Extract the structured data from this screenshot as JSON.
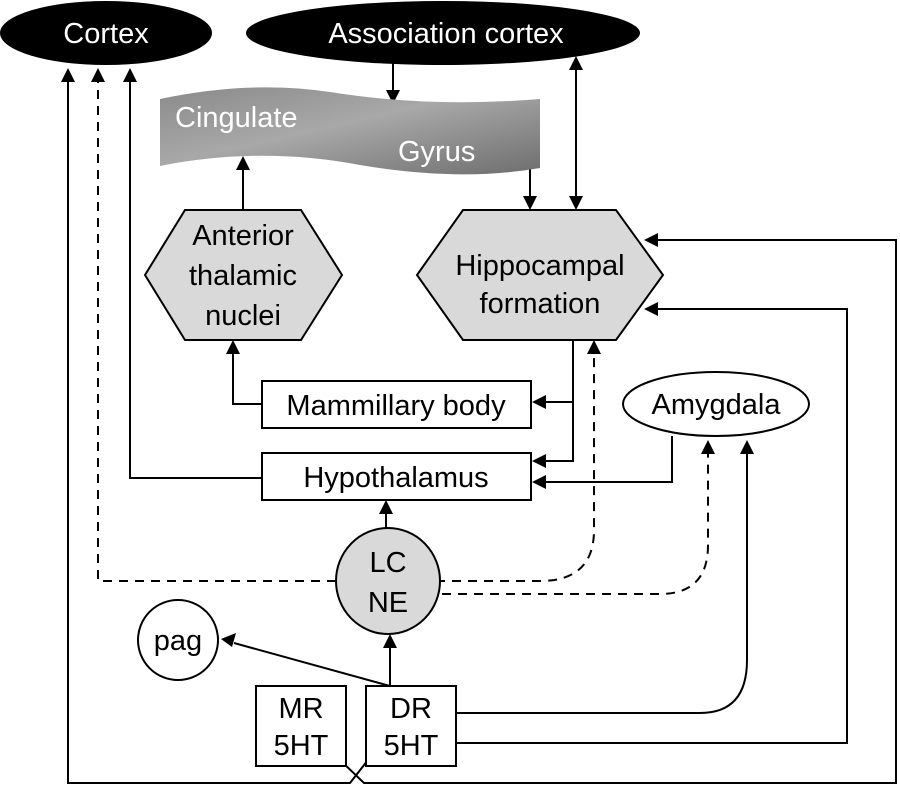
{
  "diagram": {
    "nodes": {
      "cortex": {
        "label": "Cortex",
        "shape": "black-ellipse"
      },
      "association_cortex": {
        "label": "Association cortex",
        "shape": "black-ellipse"
      },
      "cingulate_gyrus": {
        "label_line1": "Cingulate",
        "label_line2": "Gyrus",
        "shape": "grey-gradient-banner"
      },
      "anterior_thalamic_nuclei": {
        "label_line1": "Anterior",
        "label_line2": "thalamic",
        "label_line3": "nuclei",
        "shape": "grey-hexagon"
      },
      "hippocampal_formation": {
        "label_line1": "Hippocampal",
        "label_line2": "formation",
        "shape": "grey-hexagon"
      },
      "mammillary_body": {
        "label": "Mammillary body",
        "shape": "rectangle"
      },
      "amygdala": {
        "label": "Amygdala",
        "shape": "ellipse"
      },
      "hypothalamus": {
        "label": "Hypothalamus",
        "shape": "rectangle"
      },
      "lc_ne": {
        "label_line1": "LC",
        "label_line2": "NE",
        "shape": "grey-ellipse"
      },
      "pag": {
        "label": "pag",
        "shape": "ellipse"
      },
      "mr_5ht": {
        "label_line1": "MR",
        "label_line2": "5HT",
        "shape": "rectangle"
      },
      "dr_5ht": {
        "label_line1": "DR",
        "label_line2": "5HT",
        "shape": "rectangle"
      }
    },
    "edges": [
      {
        "from": "association_cortex",
        "to": "cingulate_gyrus",
        "style": "solid"
      },
      {
        "from": "association_cortex",
        "to": "hippocampal_formation",
        "style": "solid",
        "bidirectional": true
      },
      {
        "from": "cingulate_gyrus",
        "to": "hippocampal_formation",
        "style": "solid"
      },
      {
        "from": "anterior_thalamic_nuclei",
        "to": "cingulate_gyrus",
        "style": "solid"
      },
      {
        "from": "mammillary_body",
        "to": "anterior_thalamic_nuclei",
        "style": "solid"
      },
      {
        "from": "hippocampal_formation",
        "to": "mammillary_body",
        "style": "solid"
      },
      {
        "from": "hippocampal_formation",
        "to": "hypothalamus",
        "style": "solid"
      },
      {
        "from": "amygdala",
        "to": "hypothalamus",
        "style": "solid"
      },
      {
        "from": "hypothalamus",
        "to": "cortex",
        "style": "solid"
      },
      {
        "from": "lc_ne",
        "to": "hypothalamus",
        "style": "solid"
      },
      {
        "from": "lc_ne",
        "to": "cortex",
        "style": "dashed"
      },
      {
        "from": "lc_ne",
        "to": "hippocampal_formation",
        "style": "dashed"
      },
      {
        "from": "lc_ne",
        "to": "amygdala",
        "style": "dashed"
      },
      {
        "from": "dr_5ht",
        "to": "lc_ne",
        "style": "solid"
      },
      {
        "from": "dr_5ht",
        "to": "pag",
        "style": "solid"
      },
      {
        "from": "dr_5ht",
        "to": "amygdala",
        "style": "solid"
      },
      {
        "from": "dr_5ht",
        "to": "hippocampal_formation",
        "style": "solid"
      },
      {
        "from": "dr_5ht",
        "to": "cortex",
        "style": "solid"
      },
      {
        "from": "mr_5ht",
        "to": "hippocampal_formation",
        "style": "solid"
      }
    ]
  }
}
